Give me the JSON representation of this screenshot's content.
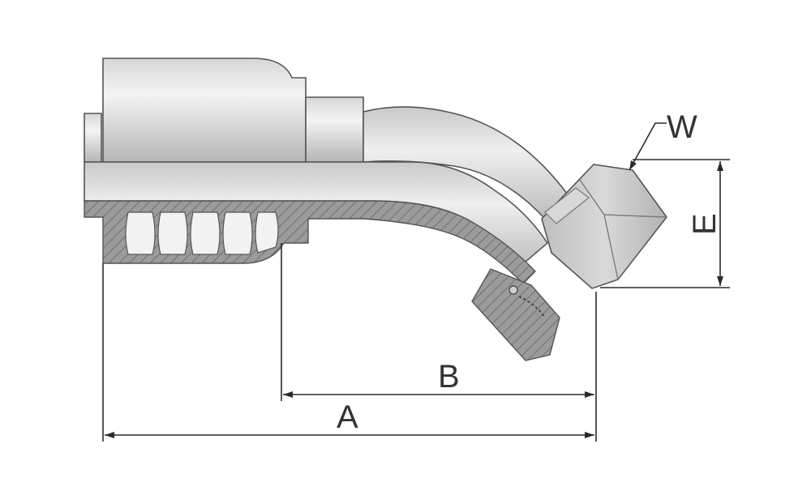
{
  "labels": {
    "w": "W",
    "e": "E",
    "a": "A",
    "b": "B"
  },
  "colors": {
    "metal_light": "#e6e6e6",
    "metal_mid": "#cfcfcf",
    "metal_dark": "#9a9a9a",
    "section": "#8f8f8f",
    "dimension_line": "#2b2b2b"
  }
}
